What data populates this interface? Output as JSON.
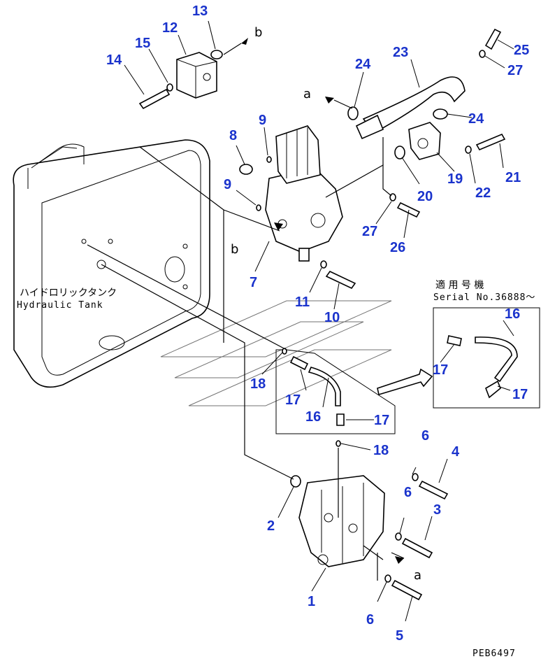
{
  "callouts": [
    "1",
    "2",
    "3",
    "4",
    "5",
    "6",
    "6",
    "6",
    "7",
    "8",
    "9",
    "9",
    "10",
    "11",
    "12",
    "13",
    "14",
    "15",
    "16",
    "16",
    "17",
    "17",
    "17",
    "17",
    "18",
    "18",
    "19",
    "20",
    "21",
    "22",
    "23",
    "24",
    "24",
    "25",
    "26",
    "27",
    "27"
  ],
  "tank_label_jp": "ハイドロリックタンク",
  "tank_label_en": "Hydraulic Tank",
  "serial_label_jp": "適 用 号 機",
  "serial_label_en": "Serial No.36888～",
  "arrow_labels": {
    "a1": "a",
    "a2": "a",
    "b1": "b",
    "b2": "b"
  },
  "footer_code": "PEB6497"
}
